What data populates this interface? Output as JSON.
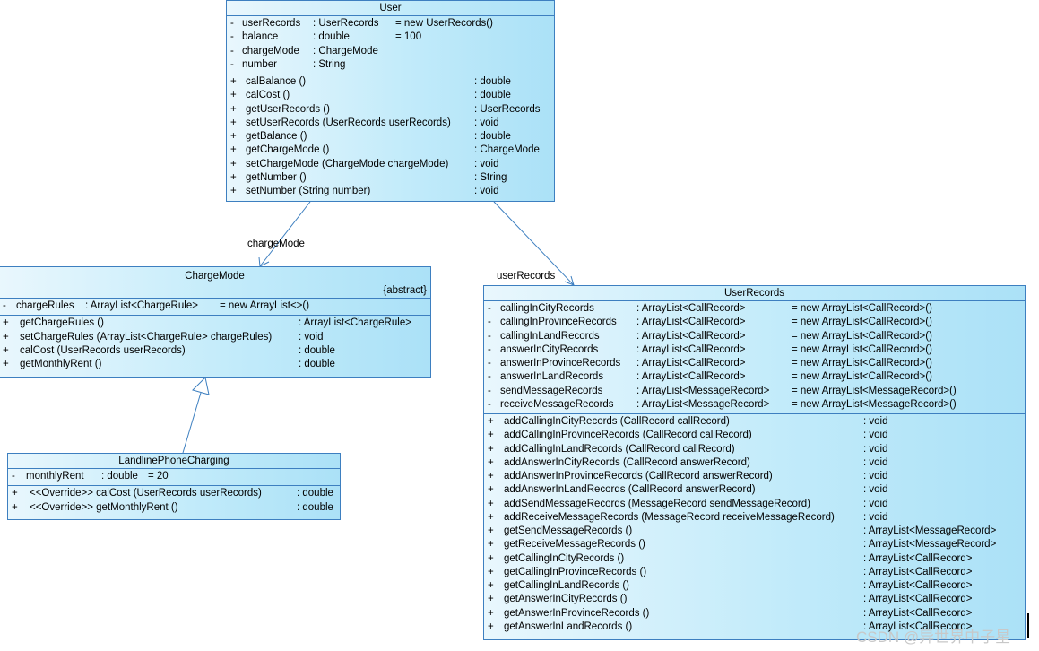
{
  "classes": {
    "user": {
      "name": "User",
      "attributes": [
        {
          "vis": "-",
          "name": "userRecords",
          "type": ": UserRecords",
          "init": "= new UserRecords()"
        },
        {
          "vis": "-",
          "name": "balance",
          "type": ": double",
          "init": "= 100"
        },
        {
          "vis": "-",
          "name": "chargeMode",
          "type": ": ChargeMode",
          "init": ""
        },
        {
          "vis": "-",
          "name": "number",
          "type": ": String",
          "init": ""
        }
      ],
      "operations": [
        {
          "vis": "+",
          "sig": "calBalance ()",
          "ret": ": double"
        },
        {
          "vis": "+",
          "sig": "calCost ()",
          "ret": ": double"
        },
        {
          "vis": "+",
          "sig": "getUserRecords ()",
          "ret": ": UserRecords"
        },
        {
          "vis": "+",
          "sig": "setUserRecords (UserRecords userRecords)",
          "ret": ": void"
        },
        {
          "vis": "+",
          "sig": "getBalance ()",
          "ret": ": double"
        },
        {
          "vis": "+",
          "sig": "getChargeMode ()",
          "ret": ": ChargeMode"
        },
        {
          "vis": "+",
          "sig": "setChargeMode (ChargeMode chargeMode)",
          "ret": ": void"
        },
        {
          "vis": "+",
          "sig": "getNumber ()",
          "ret": ": String"
        },
        {
          "vis": "+",
          "sig": "setNumber (String number)",
          "ret": ": void"
        }
      ]
    },
    "chargemode": {
      "name": "ChargeMode",
      "stereotype": "{abstract}",
      "attributes": [
        {
          "vis": "-",
          "name": "chargeRules",
          "type": ": ArrayList<ChargeRule>",
          "init": "= new ArrayList<>()"
        }
      ],
      "operations": [
        {
          "vis": "+",
          "sig": "getChargeRules ()",
          "ret": ": ArrayList<ChargeRule>"
        },
        {
          "vis": "+",
          "sig": "setChargeRules (ArrayList<ChargeRule> chargeRules)",
          "ret": ": void"
        },
        {
          "vis": "+",
          "sig": "calCost (UserRecords userRecords)",
          "ret": ": double"
        },
        {
          "vis": "+",
          "sig": "getMonthlyRent ()",
          "ret": ": double"
        }
      ]
    },
    "landline": {
      "name": "LandlinePhoneCharging",
      "attributes": [
        {
          "vis": "-",
          "name": "monthlyRent",
          "type": ": double",
          "init": "= 20"
        }
      ],
      "operations": [
        {
          "vis": "+",
          "sig": "<<Override>>   calCost (UserRecords userRecords)",
          "ret": ": double"
        },
        {
          "vis": "+",
          "sig": "<<Override>>   getMonthlyRent ()",
          "ret": ": double"
        }
      ]
    },
    "userrecords": {
      "name": "UserRecords",
      "attributes": [
        {
          "vis": "-",
          "name": "callingInCityRecords",
          "type": ": ArrayList<CallRecord>",
          "init": "= new ArrayList<CallRecord>()"
        },
        {
          "vis": "-",
          "name": "callingInProvinceRecords",
          "type": ": ArrayList<CallRecord>",
          "init": "= new ArrayList<CallRecord>()"
        },
        {
          "vis": "-",
          "name": "callingInLandRecords",
          "type": ": ArrayList<CallRecord>",
          "init": "= new ArrayList<CallRecord>()"
        },
        {
          "vis": "-",
          "name": "answerInCityRecords",
          "type": ": ArrayList<CallRecord>",
          "init": "= new ArrayList<CallRecord>()"
        },
        {
          "vis": "-",
          "name": "answerInProvinceRecords",
          "type": ": ArrayList<CallRecord>",
          "init": "= new ArrayList<CallRecord>()"
        },
        {
          "vis": "-",
          "name": "answerInLandRecords",
          "type": ": ArrayList<CallRecord>",
          "init": "= new ArrayList<CallRecord>()"
        },
        {
          "vis": "-",
          "name": "sendMessageRecords",
          "type": ": ArrayList<MessageRecord>",
          "init": "= new ArrayList<MessageRecord>()"
        },
        {
          "vis": "-",
          "name": "receiveMessageRecords",
          "type": ": ArrayList<MessageRecord>",
          "init": "= new ArrayList<MessageRecord>()"
        }
      ],
      "operations": [
        {
          "vis": "+",
          "sig": "addCallingInCityRecords (CallRecord callRecord)",
          "ret": ": void"
        },
        {
          "vis": "+",
          "sig": "addCallingInProvinceRecords (CallRecord callRecord)",
          "ret": ": void"
        },
        {
          "vis": "+",
          "sig": "addCallingInLandRecords (CallRecord callRecord)",
          "ret": ": void"
        },
        {
          "vis": "+",
          "sig": "addAnswerInCityRecords (CallRecord answerRecord)",
          "ret": ": void"
        },
        {
          "vis": "+",
          "sig": "addAnswerInProvinceRecords (CallRecord answerRecord)",
          "ret": ": void"
        },
        {
          "vis": "+",
          "sig": "addAnswerInLandRecords (CallRecord answerRecord)",
          "ret": ": void"
        },
        {
          "vis": "+",
          "sig": "addSendMessageRecords (MessageRecord sendMessageRecord)",
          "ret": ": void"
        },
        {
          "vis": "+",
          "sig": "addReceiveMessageRecords (MessageRecord receiveMessageRecord)",
          "ret": ": void"
        },
        {
          "vis": "+",
          "sig": "getSendMessageRecords ()",
          "ret": ": ArrayList<MessageRecord>"
        },
        {
          "vis": "+",
          "sig": "getReceiveMessageRecords ()",
          "ret": ": ArrayList<MessageRecord>"
        },
        {
          "vis": "+",
          "sig": "getCallingInCityRecords ()",
          "ret": ": ArrayList<CallRecord>"
        },
        {
          "vis": "+",
          "sig": "getCallingInProvinceRecords ()",
          "ret": ": ArrayList<CallRecord>"
        },
        {
          "vis": "+",
          "sig": "getCallingInLandRecords ()",
          "ret": ": ArrayList<CallRecord>"
        },
        {
          "vis": "+",
          "sig": "getAnswerInCityRecords ()",
          "ret": ": ArrayList<CallRecord>"
        },
        {
          "vis": "+",
          "sig": "getAnswerInProvinceRecords ()",
          "ret": ": ArrayList<CallRecord>"
        },
        {
          "vis": "+",
          "sig": "getAnswerInLandRecords ()",
          "ret": ": ArrayList<CallRecord>"
        }
      ]
    }
  },
  "associations": {
    "chargemode_role": "chargeMode",
    "userrecords_role": "userRecords"
  },
  "watermark": "CSDN @异世界中子星"
}
